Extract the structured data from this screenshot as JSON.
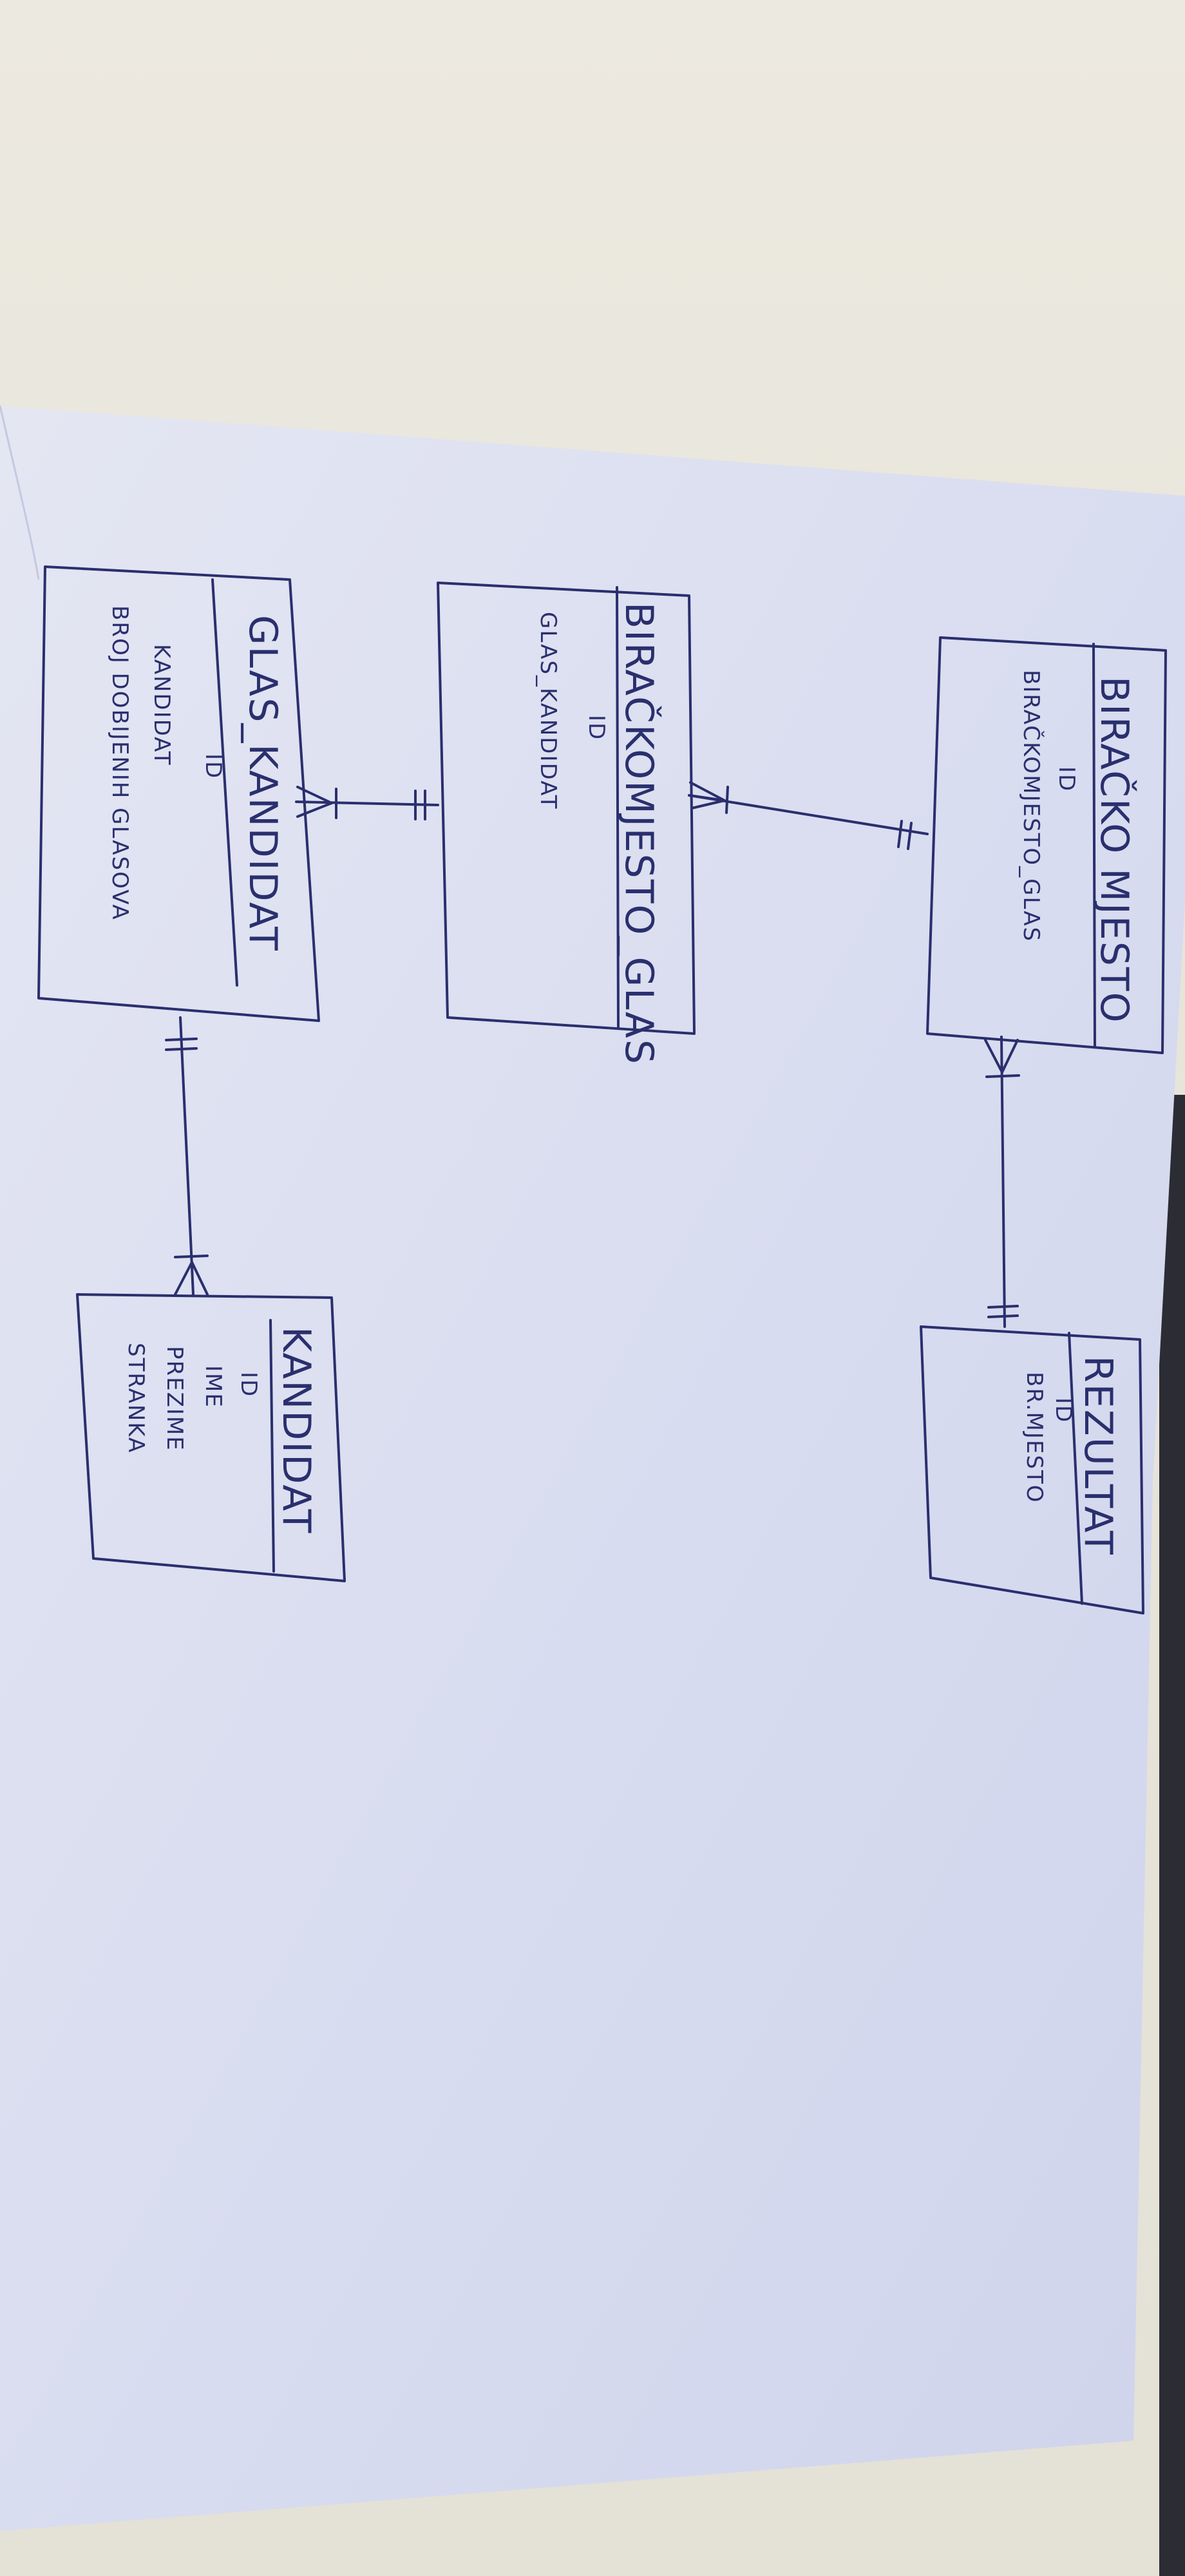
{
  "diagram": {
    "entities": [
      {
        "id": "birackomjesto",
        "title": "BIRAČKO MJESTO",
        "attributes": [
          "ID",
          "BIRAČKOMJESTO_GLAS"
        ]
      },
      {
        "id": "birackomjesto_glas",
        "title": "BIRAČKOMJESTO_GLAS",
        "attributes": [
          "ID",
          "GLAS_KANDIDAT"
        ]
      },
      {
        "id": "glas_kandidat",
        "title": "GLAS_KANDIDAT",
        "attributes": [
          "ID",
          "KANDIDAT",
          "BROJ DOBIJENIH GLASOVA"
        ]
      },
      {
        "id": "rezultat",
        "title": "REZULTAT",
        "attributes": [
          "ID",
          "BR.MJESTO"
        ]
      },
      {
        "id": "kandidat",
        "title": "KANDIDAT",
        "attributes": [
          "ID",
          "IME",
          "PREZIME",
          "STRANKA"
        ]
      }
    ],
    "relationships": [
      {
        "from": "birackomjesto",
        "to": "birackomjesto_glas",
        "from_cardinality": "one",
        "to_cardinality": "many"
      },
      {
        "from": "birackomjesto_glas",
        "to": "glas_kandidat",
        "from_cardinality": "one",
        "to_cardinality": "many"
      },
      {
        "from": "rezultat",
        "to": "birackomjesto",
        "from_cardinality": "one",
        "to_cardinality": "many"
      },
      {
        "from": "glas_kandidat",
        "to": "kandidat",
        "from_cardinality": "one",
        "to_cardinality": "many"
      }
    ]
  },
  "colors": {
    "ink": "#2a2f6e",
    "paper": "#dfe2f0",
    "background": "#e6e3d9"
  }
}
